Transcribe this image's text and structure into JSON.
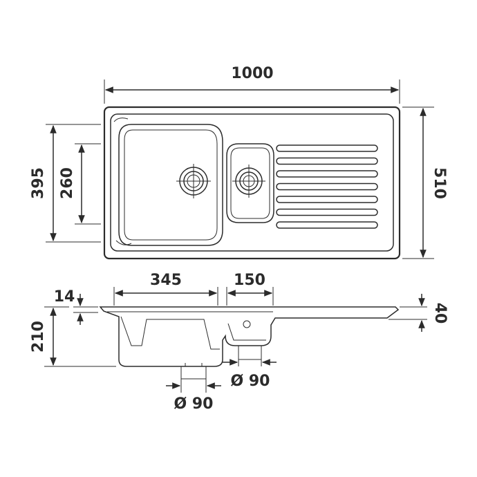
{
  "dimensions": {
    "overall_width": "1000",
    "overall_depth": "510",
    "bowl_depth_large": "395",
    "bowl_depth_small": "260",
    "bowl_width_large": "345",
    "bowl_width_small": "150",
    "rim_thickness": "14",
    "total_height": "210",
    "drainer_height": "40",
    "waste_large": "Ø 90",
    "waste_small": "Ø 90"
  },
  "colors": {
    "line": "#2b2b2b",
    "background": "#ffffff"
  }
}
